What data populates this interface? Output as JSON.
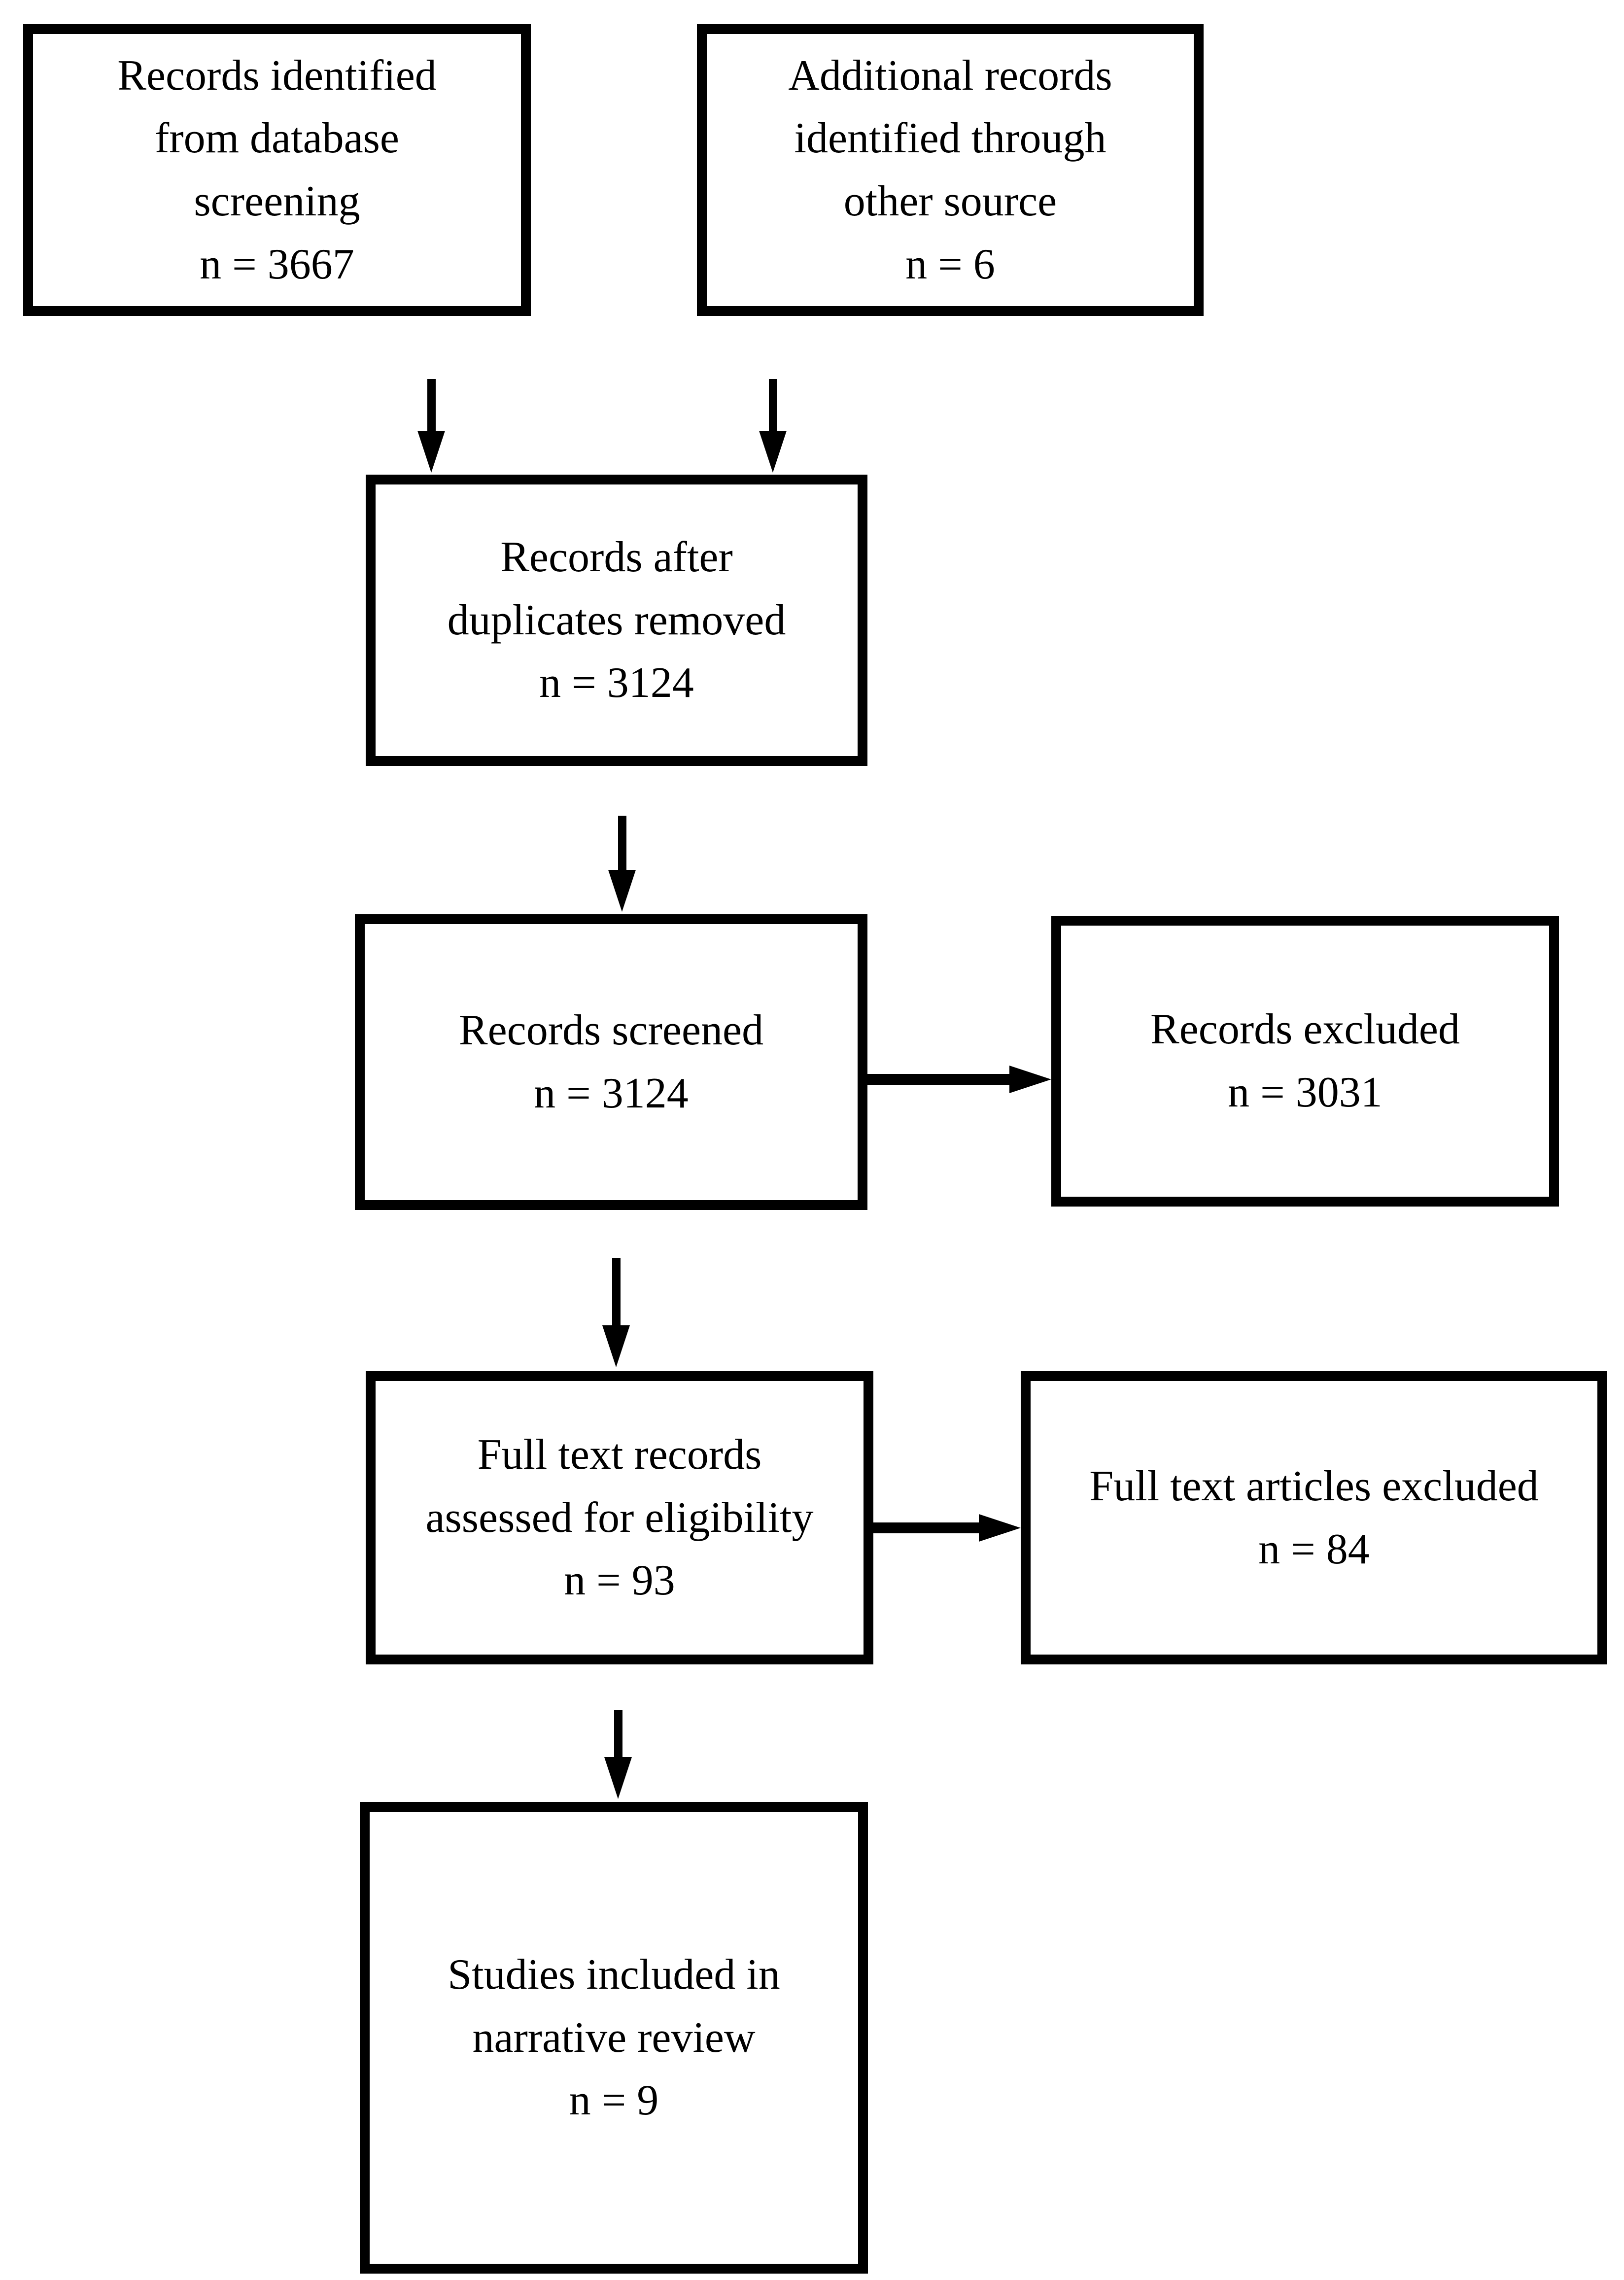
{
  "diagram": {
    "kind": "study-selection-flow-diagram",
    "colors": {
      "background": "#ffffff",
      "box_fill": "#ffffff",
      "box_border": "#000000",
      "text": "#000000",
      "arrow": "#000000"
    },
    "boxes": [
      {
        "id": "records-identified",
        "lines": [
          "Records identified",
          "from database",
          "screening",
          "n = 3667"
        ]
      },
      {
        "id": "additional-records",
        "lines": [
          "Additional records",
          "identified through",
          "other source",
          "n = 6"
        ]
      },
      {
        "id": "records-after-duplicates",
        "lines": [
          "Records after",
          "duplicates removed",
          "n = 3124"
        ]
      },
      {
        "id": "records-screened",
        "lines": [
          "Records screened",
          "n = 3124"
        ]
      },
      {
        "id": "records-excluded",
        "lines": [
          "Records excluded",
          "n = 3031"
        ]
      },
      {
        "id": "full-text-assessed",
        "lines": [
          "Full text records",
          "assessed for eligibility",
          "n = 93"
        ]
      },
      {
        "id": "full-text-excluded",
        "lines": [
          "Full text articles excluded",
          "n = 84"
        ]
      },
      {
        "id": "studies-included",
        "lines": [
          "Studies included in",
          "narrative review",
          "n = 9"
        ]
      }
    ],
    "counts": {
      "records_identified_database": 3667,
      "additional_records_other_source": 6,
      "records_after_duplicates_removed": 3124,
      "records_screened": 3124,
      "records_excluded": 3031,
      "full_text_assessed": 93,
      "full_text_excluded": 84,
      "studies_included": 9
    },
    "connections": [
      {
        "from": "records-identified",
        "to": "records-after-duplicates",
        "direction": "down"
      },
      {
        "from": "additional-records",
        "to": "records-after-duplicates",
        "direction": "down"
      },
      {
        "from": "records-after-duplicates",
        "to": "records-screened",
        "direction": "down"
      },
      {
        "from": "records-screened",
        "to": "records-excluded",
        "direction": "right"
      },
      {
        "from": "records-screened",
        "to": "full-text-assessed",
        "direction": "down"
      },
      {
        "from": "full-text-assessed",
        "to": "full-text-excluded",
        "direction": "right"
      },
      {
        "from": "full-text-assessed",
        "to": "studies-included",
        "direction": "down"
      }
    ]
  }
}
